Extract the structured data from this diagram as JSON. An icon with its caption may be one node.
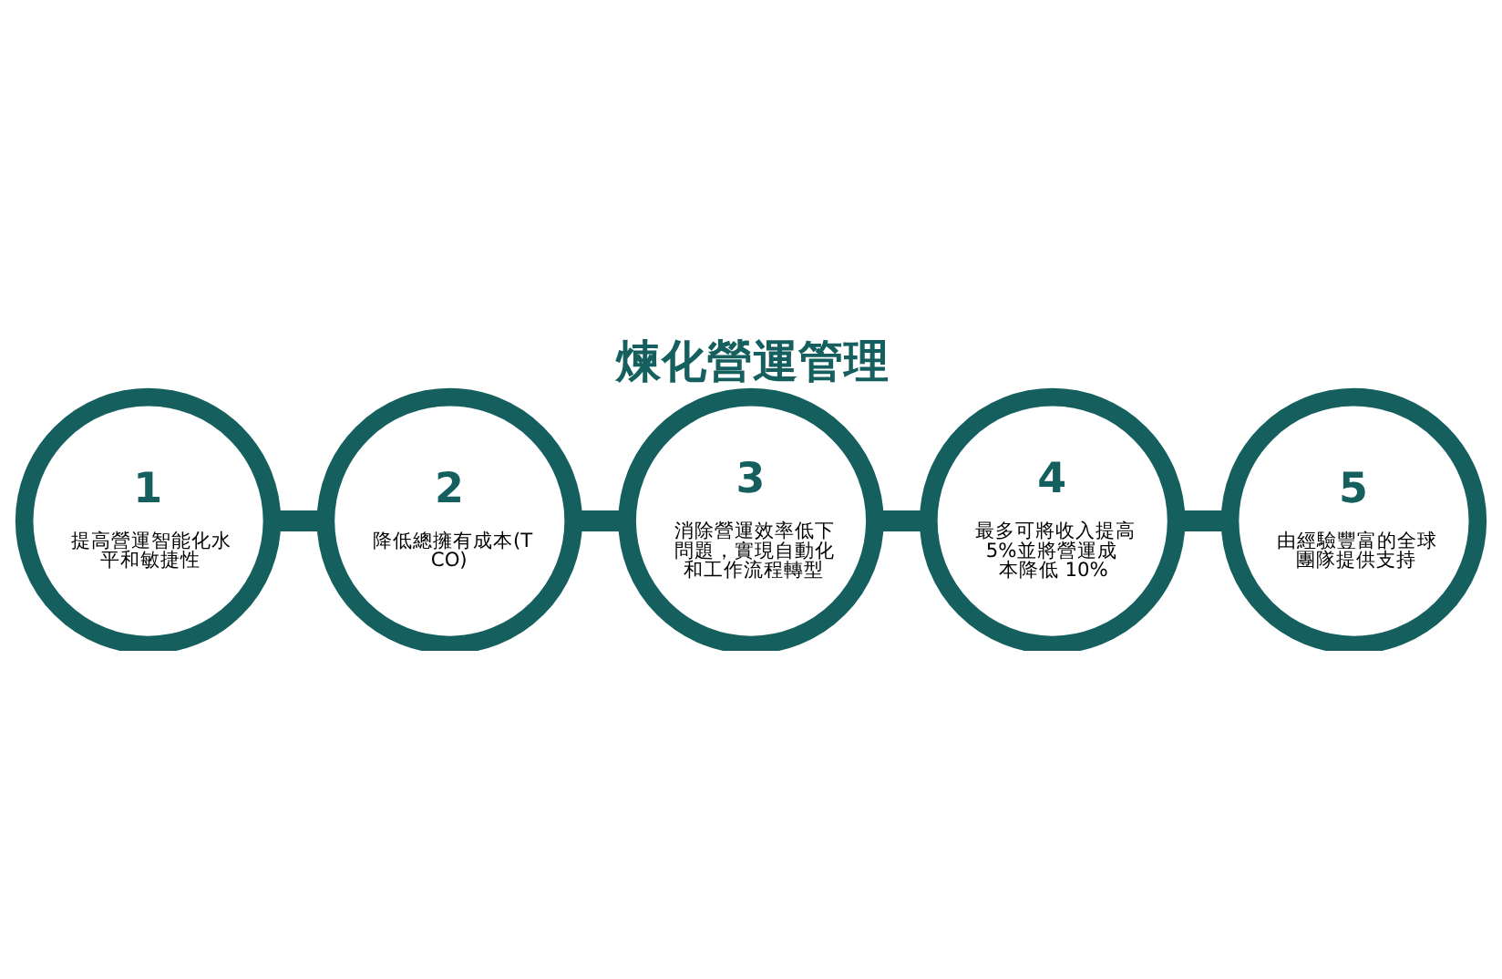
{
  "diagram": {
    "title": "煉化營運管理",
    "nodes": [
      {
        "text": [
          "1",
          "提高營運智能化水平和敏捷性"
        ]
      },
      {
        "text": [
          "2",
          "降低總擁有成本(TCO)"
        ]
      },
      {
        "text": [
          "3",
          "消除營運效率低下問題，實現自動化和工作流程轉型"
        ]
      },
      {
        "text": [
          "4",
          "最多可將收入提高 5%並將營運成本降低 10%"
        ]
      },
      {
        "text": [
          "5",
          "由經驗豐富的全球團隊提供支持"
        ]
      }
    ],
    "edges": [
      {
        "from": 0,
        "to": 1,
        "arrow": "none"
      },
      {
        "from": 1,
        "to": 2,
        "arrow": "none"
      },
      {
        "from": 2,
        "to": 3,
        "arrow": "none"
      },
      {
        "from": 3,
        "to": 4,
        "arrow": "none"
      }
    ]
  }
}
